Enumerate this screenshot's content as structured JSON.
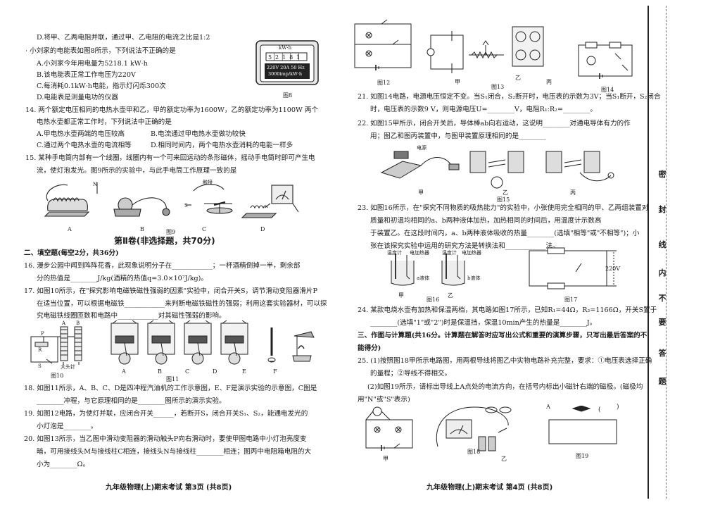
{
  "left": {
    "lines": [
      "D.将甲、乙两电阻并联，通过甲、乙电阻的电流之比是1:2",
      "· 小刘家的电能表如图8所示，下列说法不正确的是",
      "A.小刘家今年用电量为5218.1 kW·h",
      "B.该电能表正常工作电压为220V",
      "C.每消耗0.1kW·h电能，指示灯闪烁300次",
      "D.电能表是测量电功的仪器",
      "14. 两个额定电压相同的电热水壶甲和乙，甲的额定功率为1600W，乙的额定功率为1100W  两个",
      "电热水壶都正常工作时，下列说法中正确的是",
      "A.甲电热水壶两端的电压较高",
      "B.电流通过甲电热水壶做功较快",
      "C.通过两个电热水壶的电流相等",
      "D.相同时间内，两个电热水壶消耗的电能一样多",
      "15. 某种手电筒内部有一个线圈，线圈内有一个可来回运动的条形磁体，摇动手电筒时即可产生电",
      "流，使灯泡发光。图9所示的实验中，与此手电筒工作原理一致的是",
      "第Ⅱ卷(非选择题，共70分)",
      "二、填空题(每空2分，共36分)",
      "16. 漫步公园中闻到阵阵花香，此现象说明分子在____________；一杯酒精倒掉一半，剩余部",
      "分的热值是________J/kg(酒精的热值q=3.0×10⁷J/kg)。",
      "17. 如图10所示，在\"探究影响电磁铁磁性强弱的因素\"实验中，闭合开关S，调节滑动变阻器滑片P",
      "在适当位置，可以根据电磁铁____________来判断电磁铁磁性的强弱；利用这套实验器材，可以探",
      "究电磁铁线圈匝数和电路中____________对其磁性强弱的影响。",
      "18. 如图11所示，A、B、C、D是四冲程汽油机的工作示意图，E、F是演示实验的示意图，C图是",
      "________冲程，与它原理相同的是________图所示的演示实验。",
      "19. 如图12电路，为使灯并联，应闭合开关______，若断开S，闭合开关S₁、S₂，能通电发光的",
      "小灯泡是________。",
      "20. 如图13所示，当乙图中滑动变阻器的滑动触头P向右滑动时，要使甲图电路中小灯泡亮度变",
      "暗，可用接线头M与接线柱C相连，接线头N与接线柱________相连；图丙中电阻箱电阻的大",
      "小为________Ω。"
    ],
    "captions": {
      "fig8": "图8",
      "fig9": "图9",
      "fig10": "图10",
      "fig11": "图11",
      "fig9_labels": [
        "A",
        "B",
        "C",
        "D"
      ],
      "fig11_labels": [
        "A",
        "B",
        "C",
        "D",
        "E",
        "F"
      ],
      "meter_unit": "kW·h",
      "meter_digits": "5 2 1 8 1",
      "meter_spec1": "220V 20A 50 Hz",
      "meter_spec2": "3000imp/kW·h",
      "fig10_letters": [
        "A",
        "B",
        "P",
        "R",
        "S"
      ],
      "fig10_nail": "大头针",
      "fig9_knob": "触接",
      "fig9_ns": [
        "N",
        "S"
      ]
    },
    "footer": "九年级物理(上)期末考试 第3页 (共8页)"
  },
  "right": {
    "lines": [
      "21. 如图14电路，电源电压恒定不变。当S₁闭合，S₂断开时，电压表的示数为3V；当S₁断开，S₂闭合",
      "时，电压表的示数9 V，则电源电压U=________V，电阻R₁:R₂=________。",
      "22. 如图15甲所示，闭合开关后，导体棒ab向右运动，这说明________对通电导体有力的作",
      "用；图乙和图丙装置中，与图甲装置原理相同的是________",
      "23. 如图16所示，在\"探究不同物质的吸热能力\"的实验中，小张使用完全相同的甲、乙两组装置对",
      "质量和初温均相同的a、b两种液体加热，加热相同的时间后，用温度计示数高",
      "于装置乙。在这段时间内，a、b两种液体吸收的热量________(选填\"相等\"或\"不相等\")；小",
      "张在该探究实验中运用的研究方法是转换法和____________法。",
      "24. 某款电烧水壶有加热和保温两档，其电路如图17所示，已知R₁=44Ω，R₂=1166Ω，开关S置于",
      "________(选填\"1\"或\"2\")时是保温挡，保温10min产生的热量是________J。",
      "三、作图与计算题(共16分。计算题在解答时应写出公式和重要的演算步骤，只写出最后答案的不",
      "能得分)",
      "25. (1)按照图18甲所示电路图，用两根导线将图乙中实物电路补充完整，要求：①电压表选择正确",
      "的量程；②导线不得相交。",
      "(2)如图19所示，请标出导线上A点处的电流方向，在括号内标出小磁针右端的磁极。(磁极均",
      "用\"N\"或\"S\"表示)"
    ],
    "captions": {
      "fig12": "图12",
      "fig13": "图13",
      "fig14": "图14",
      "fig15": "图15",
      "fig16": "图16",
      "fig17": "图17",
      "fig18": "图18",
      "fig19": "图19",
      "jia": "甲",
      "yi": "乙",
      "bing": "丙",
      "thermometer": "温度计",
      "heater": "电加热器",
      "liquid_a": "a液体",
      "liquid_b": "b液体",
      "volt220": "220V",
      "power": "电源",
      "fig19_paren": "(",
      "fig19_paren_close": ")",
      "point_a": "A"
    },
    "footer": "九年级物理(上)期末考试 第4页 (共8页)"
  },
  "seal": {
    "chars": [
      "密",
      "封",
      "线",
      "内",
      "不",
      "要",
      "答",
      "题"
    ]
  }
}
